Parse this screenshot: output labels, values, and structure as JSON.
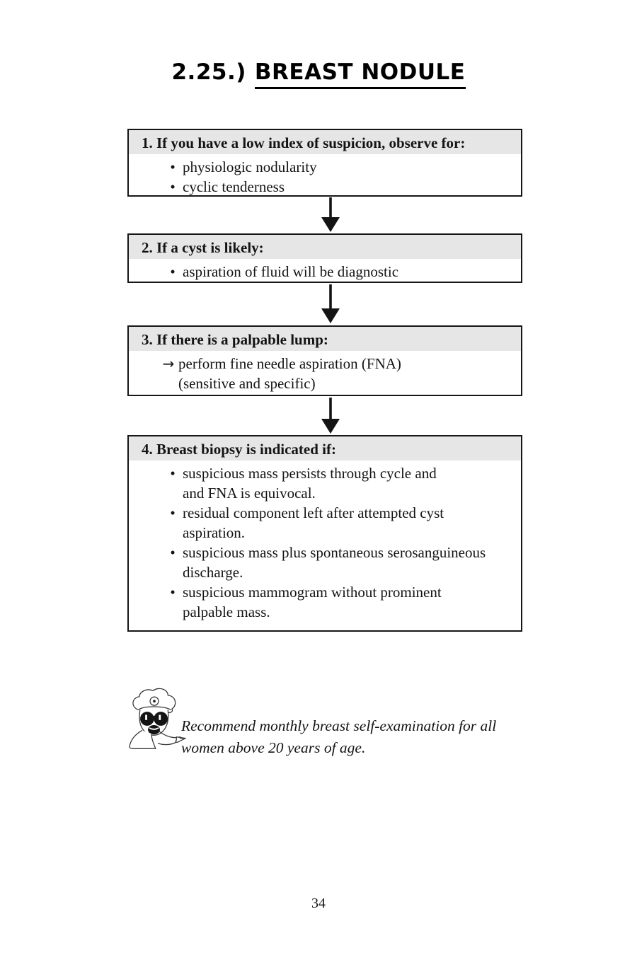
{
  "title": {
    "number": "2.25.)",
    "text": "BREAST NODULE"
  },
  "boxes": [
    {
      "header": "1. If you have a low index of suspicion, observe for:",
      "items": [
        {
          "marker": "•",
          "text": "physiologic nodularity"
        },
        {
          "marker": "•",
          "text": "cyclic tenderness"
        }
      ]
    },
    {
      "header": "2. If a cyst is likely:",
      "items": [
        {
          "marker": "•",
          "text": "aspiration of fluid will be diagnostic"
        }
      ]
    },
    {
      "header": "3. If there is a palpable lump:",
      "items": [
        {
          "marker": "→",
          "text": "perform fine needle aspiration (FNA)\n(sensitive and specific)"
        }
      ]
    },
    {
      "header": "4. Breast biopsy is indicated if:",
      "items": [
        {
          "marker": "•",
          "text": "suspicious mass persists through cycle and\nand FNA is equivocal."
        },
        {
          "marker": "•",
          "text": "residual component left after attempted cyst\naspiration."
        },
        {
          "marker": "•",
          "text": "suspicious mass plus spontaneous serosanguineous\ndischarge."
        },
        {
          "marker": "•",
          "text": "suspicious mammogram without prominent\npalpable mass."
        }
      ]
    }
  ],
  "note": {
    "text": "Recommend monthly breast self-examination for all\nwomen above 20 years of age."
  },
  "page_number": "34",
  "colors": {
    "header_fill": "#e6e6e6",
    "border": "#161616",
    "text": "#141414"
  }
}
